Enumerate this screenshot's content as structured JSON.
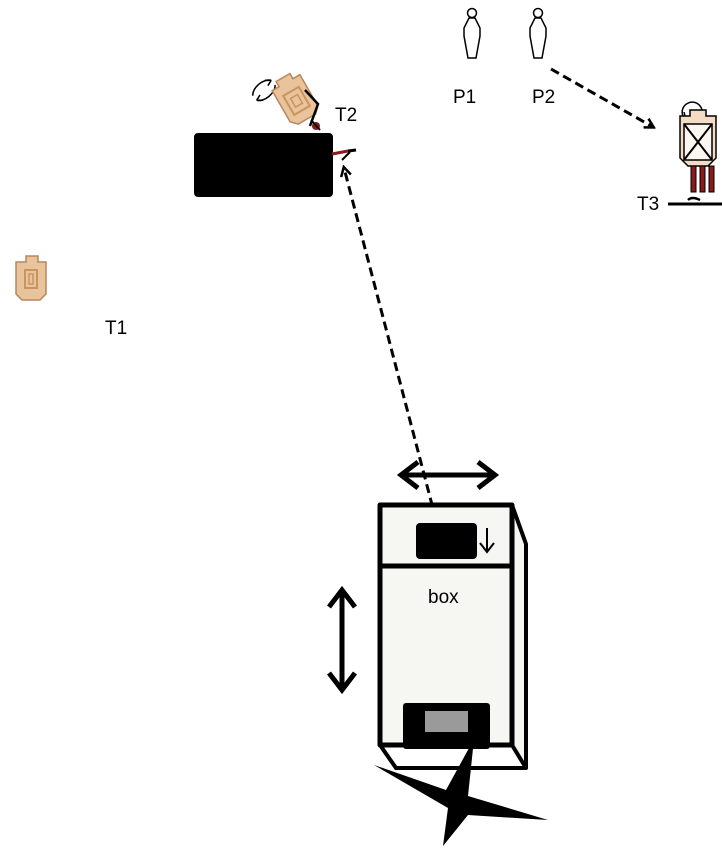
{
  "labels": {
    "t1": "T1",
    "t2": "T2",
    "t3": "T3",
    "p1": "P1",
    "p2": "P2",
    "box": "box"
  },
  "colors": {
    "target_paper": "#e9c39b",
    "target_outline": "#b8865a",
    "box_fill": "#f6f6f2",
    "window_gray": "#9a9a9a",
    "accent_red": "#8b1a1a",
    "line": "#000000"
  },
  "icons": {
    "paper_target": "paper-target-icon",
    "popper": "popper-icon",
    "swinger_arrow": "swinger-arrow-icon",
    "start_star": "start-position-star-icon"
  }
}
